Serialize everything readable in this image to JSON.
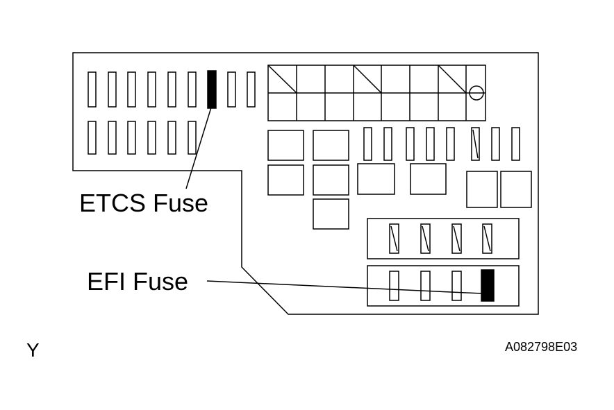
{
  "labels": {
    "etcs_fuse": "ETCS Fuse",
    "efi_fuse": "EFI Fuse",
    "corner_mark": "Y",
    "figure_code": "A082798E03"
  },
  "colors": {
    "line": "#000000",
    "background": "#ffffff",
    "highlighted_fuse": "#000000"
  }
}
